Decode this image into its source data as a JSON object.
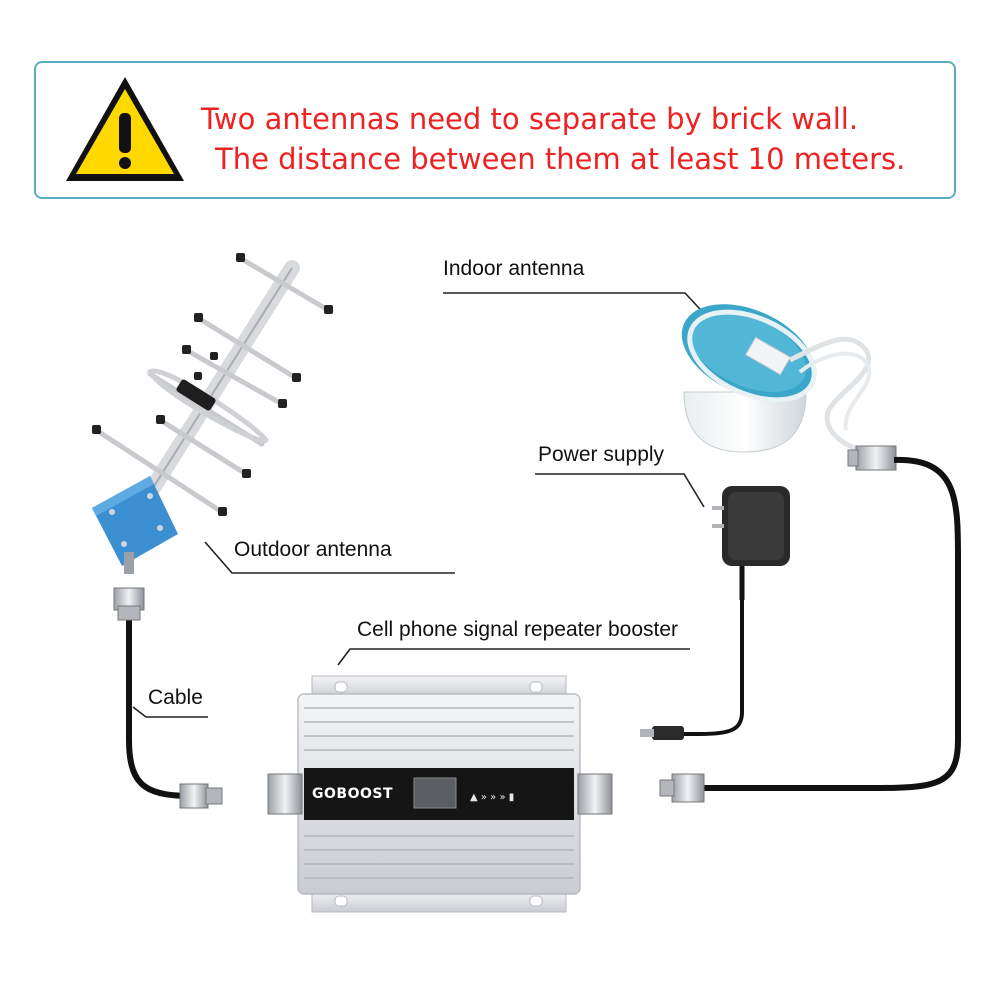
{
  "warning": {
    "line1": "Two antennas need to separate by brick wall.",
    "line2": "The distance between them at least 10 meters.",
    "icon": "warning-triangle-icon",
    "text_color": "#ee2222",
    "border_color": "#5aaec4"
  },
  "labels": {
    "indoor_antenna": "Indoor  antenna",
    "power_supply": "Power supply",
    "outdoor_antenna": "Outdoor  antenna",
    "booster": "Cell phone signal repeater booster",
    "cable": "Cable"
  },
  "booster": {
    "brand": "GOBOOST"
  }
}
